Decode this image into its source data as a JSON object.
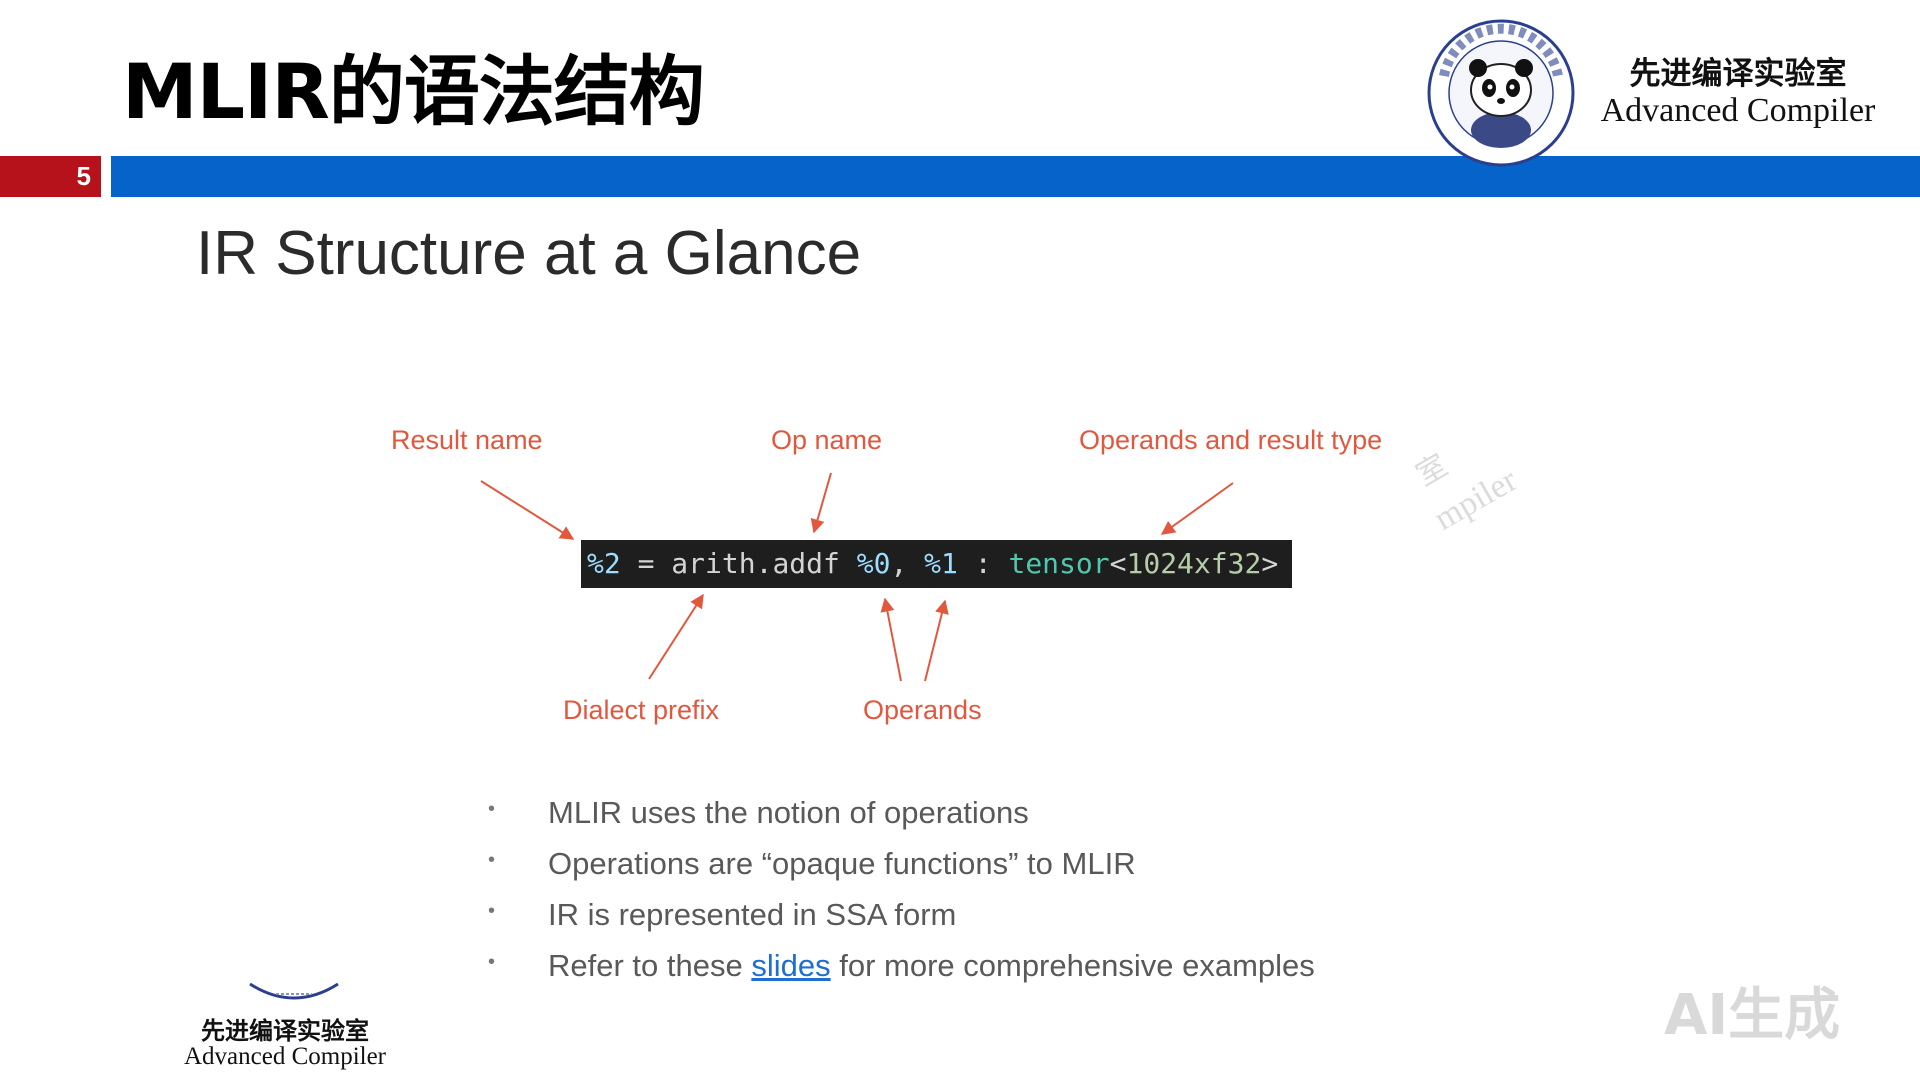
{
  "header": {
    "title": "MLIR的语法结构",
    "page_number": "5",
    "lab_name_cn": "先进编译实验室",
    "lab_name_en": "Advanced Compiler",
    "logo_ring_text": "先进编译实验室 · Advanced Compiling Laboratory"
  },
  "slide": {
    "subtitle": "IR Structure at a Glance",
    "annotations": {
      "result_name": "Result name",
      "op_name": "Op name",
      "operands_and_result_type": "Operands and result type",
      "dialect_prefix": "Dialect prefix",
      "operands": "Operands"
    },
    "code": {
      "result": "%2",
      "equals": " = ",
      "op": "arith.addf ",
      "operand0": "%0",
      "comma": ", ",
      "operand1": "%1",
      "colon": " : ",
      "type_name": "tensor",
      "lt": "<",
      "shape": "1024xf32",
      "gt": ">"
    },
    "bullets": [
      {
        "text": "MLIR uses the notion of operations"
      },
      {
        "text": "Operations are “opaque functions” to MLIR"
      },
      {
        "text": "IR is represented in SSA form"
      },
      {
        "before": "Refer to these ",
        "link": "slides",
        "after": " for more comprehensive examples"
      }
    ]
  },
  "footer": {
    "lab_name_cn": "先进编译实验室",
    "lab_name_en": "Advanced Compiler"
  },
  "overlays": {
    "watermark_text": "室 mpiler",
    "ai_badge": "AI生成"
  },
  "colors": {
    "accent_red": "#b5121b",
    "accent_blue": "#0563c9",
    "annotation_orange": "#e2583e",
    "code_bg": "#1e1e1e",
    "link_blue": "#1f6fd1"
  }
}
